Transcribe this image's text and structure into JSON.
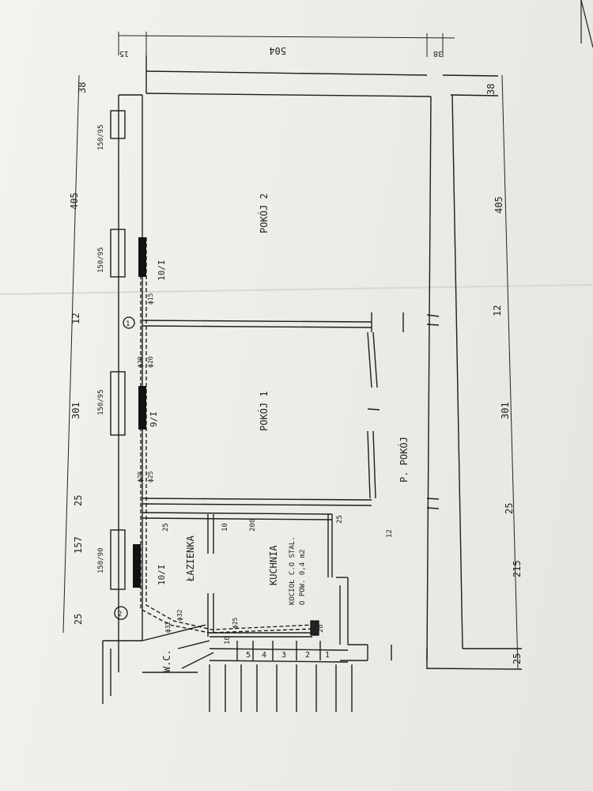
{
  "rooms": {
    "pokoj2": "POKÓJ 2",
    "pokoj1": "POKÓJ 1",
    "przedpokoj": "P. POKÓJ",
    "lazienka": "ŁAZIENKA",
    "kuchnia": "KUCHNIA",
    "wc": "W.C."
  },
  "notes": {
    "kociol_line1": "KOCIOŁ C.O STAL.",
    "kociol_line2": "O POW. 0,4 m2"
  },
  "radiators": {
    "r1": "10/I",
    "r2": "9/I",
    "r3": "10/I"
  },
  "risers": {
    "p1": "1",
    "p2": "2"
  },
  "pipes": {
    "d1": "ϕ15",
    "d2": "ϕ20",
    "d3": "ϕ20",
    "d4": "ϕ25",
    "d5": "ϕ25",
    "d6": "ϕ32",
    "d7": "ϕ32",
    "d8": "ϕ25"
  },
  "dimensions": {
    "top": [
      "25",
      "157",
      "25",
      "301",
      "12",
      "405",
      "38"
    ],
    "bottom": [
      "25",
      "215",
      "25",
      "301",
      "12",
      "405",
      "38"
    ],
    "right_top": [
      "15",
      "504",
      "38"
    ],
    "windows": [
      "150/90",
      "150/95",
      "150/95",
      "150/95"
    ],
    "inner": [
      "25",
      "200",
      "10",
      "25",
      "12",
      "10",
      "20"
    ],
    "stair_numbers": [
      "5",
      "4",
      "3",
      "2",
      "1"
    ]
  }
}
